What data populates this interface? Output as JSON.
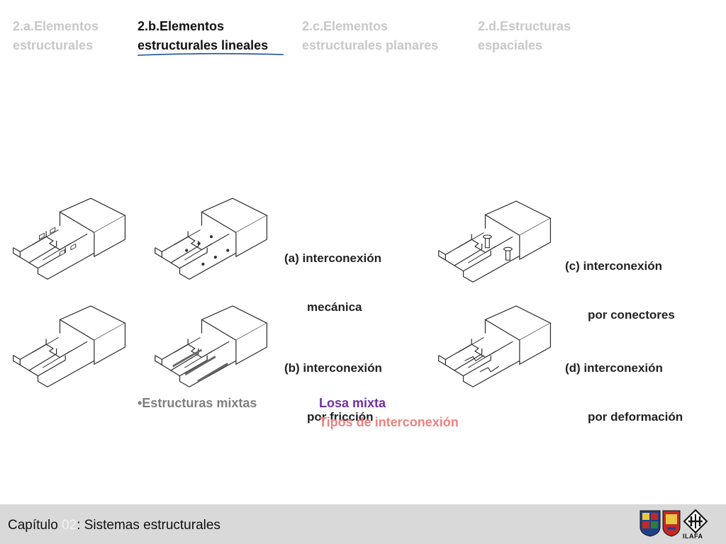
{
  "nav": {
    "tabs": [
      {
        "line1": "2.a.Elementos",
        "line2": "estructurales"
      },
      {
        "line1": "2.b.Elementos",
        "line2": "estructurales lineales"
      },
      {
        "line1": "2.c.Elementos",
        "line2": "estructurales planares"
      },
      {
        "line1": "2.d.Estructuras",
        "line2": "espaciales"
      }
    ]
  },
  "figure": {
    "captions": {
      "a": {
        "line1": "(a) interconexión",
        "line2": "mecánica"
      },
      "b": {
        "line1": "(b) interconexión",
        "line2": "por fricción"
      },
      "c": {
        "line1": "(c) interconexión",
        "line2": "por conectores"
      },
      "d": {
        "line1": "(d) interconexión",
        "line2": "por deformación"
      }
    }
  },
  "content": {
    "bullet": "•Estructuras mixtas",
    "link_losa": "Losa mixta",
    "link_tipos": "Tipos de interconexión"
  },
  "footer": {
    "prefix": "Capítulo ",
    "chapter_num": "02",
    "suffix": ": Sistemas estructurales",
    "logo_text": "ILAFA"
  },
  "colors": {
    "active_tab": "#111111",
    "inactive_tab": "#c8c8c8",
    "underline": "#1f4e9a",
    "link_purple": "#7030a0",
    "link_salmon": "#f08080",
    "footer_bg": "#d9d9d9"
  }
}
